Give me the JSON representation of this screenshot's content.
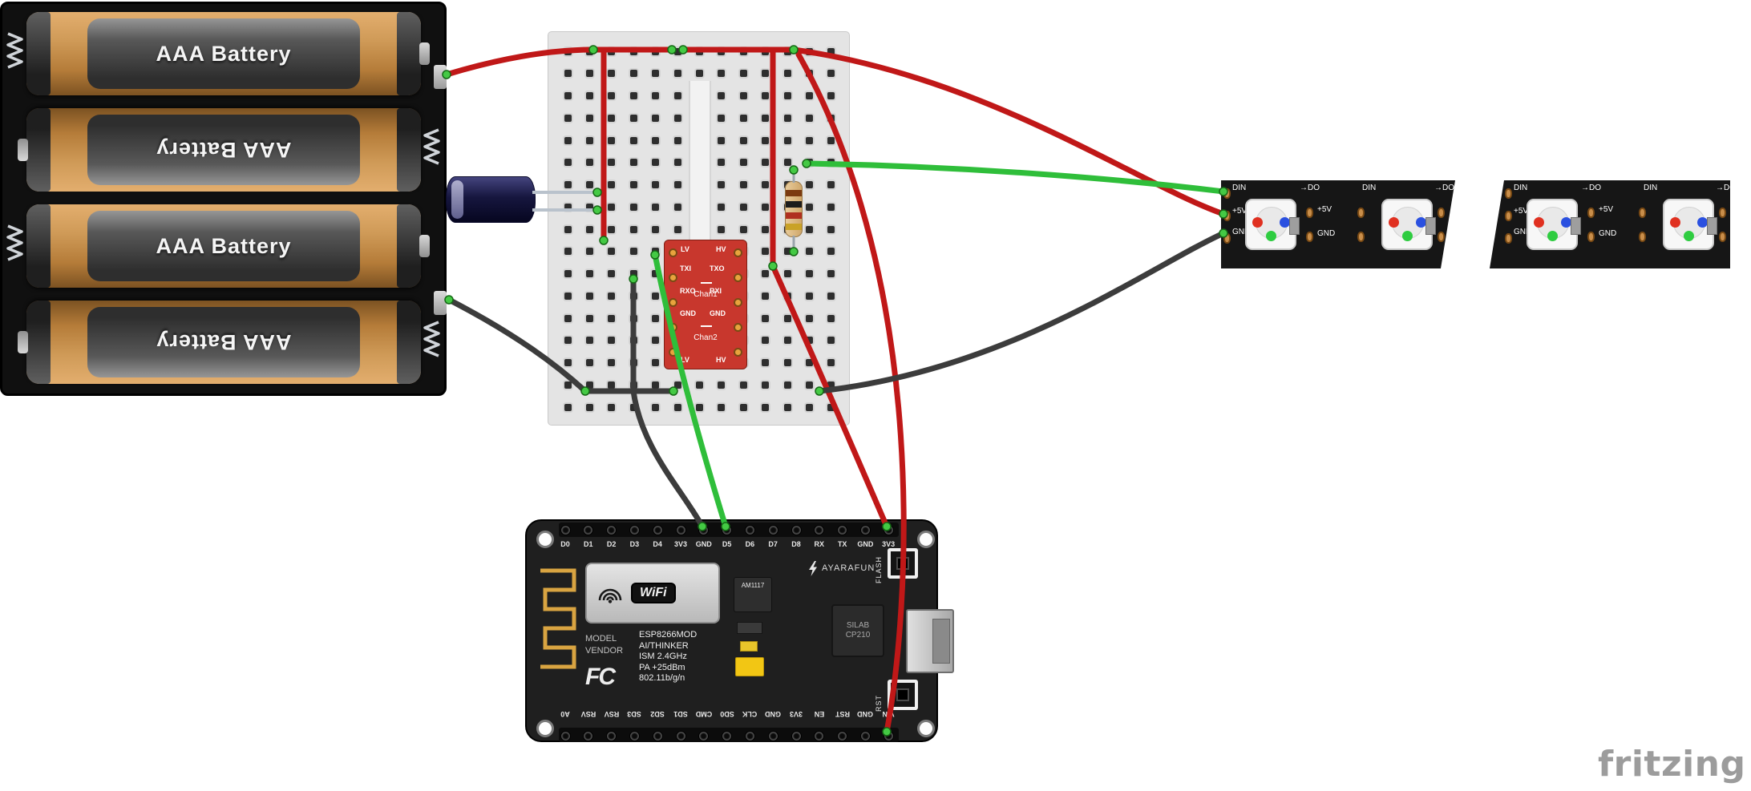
{
  "watermark": "fritzing",
  "colors": {
    "wire_red": "#c01818",
    "wire_green": "#2fbe3a",
    "wire_black": "#3c3c3c",
    "connection_dot": "#44c944",
    "module_red": "#c8372d",
    "pad_copper": "#c98e4a",
    "led_red": "#e03020",
    "led_green": "#2ecc40",
    "led_blue": "#2a50e0"
  },
  "battery_pack": {
    "batteries": [
      {
        "label": "AAA Battery",
        "flipped": false
      },
      {
        "label": "AAA Battery",
        "flipped": true
      },
      {
        "label": "AAA Battery",
        "flipped": false
      },
      {
        "label": "AAA Battery",
        "flipped": true
      }
    ]
  },
  "level_converter": {
    "corner_labels": {
      "top_left": "LV",
      "top_right": "HV",
      "bottom_left": "LV",
      "bottom_right": "HV"
    },
    "left_pins": [
      "TXI",
      "RXO",
      "GND"
    ],
    "right_pins": [
      "TXO",
      "RXI",
      "GND"
    ],
    "channels": [
      "Chan1",
      "Chan2"
    ]
  },
  "nodemcu": {
    "top_pin_labels": [
      "D0",
      "D1",
      "D2",
      "D3",
      "D4",
      "3V3",
      "GND",
      "D5",
      "D6",
      "D7",
      "D8",
      "RX",
      "TX",
      "GND",
      "3V3"
    ],
    "bottom_pin_labels": [
      "A0",
      "RSV",
      "RSV",
      "SD3",
      "SD2",
      "SD1",
      "CMD",
      "SD0",
      "CLK",
      "GND",
      "3V3",
      "EN",
      "RST",
      "GND",
      "VIN"
    ],
    "shield_label": "WiFi",
    "silk_left": [
      "MODEL",
      "VENDOR"
    ],
    "module_lines": [
      "ESP8266MOD",
      "AI/THINKER",
      "ISM 2.4GHz",
      "PA +25dBm",
      "802.11b/g/n"
    ],
    "fcc_mark": "FC",
    "regulator_label": "AM1117",
    "usb_chip_lines": [
      "SILAB",
      "CP210"
    ],
    "brand": "AYARAFUN",
    "flash_button_label": "FLASH",
    "reset_button_label": "RST"
  },
  "led_strip": {
    "strip_count": 2,
    "leds_per_strip": 2,
    "din_label": "DIN",
    "dout_label": "DO",
    "power_label": "+5V",
    "ground_label": "GND"
  }
}
